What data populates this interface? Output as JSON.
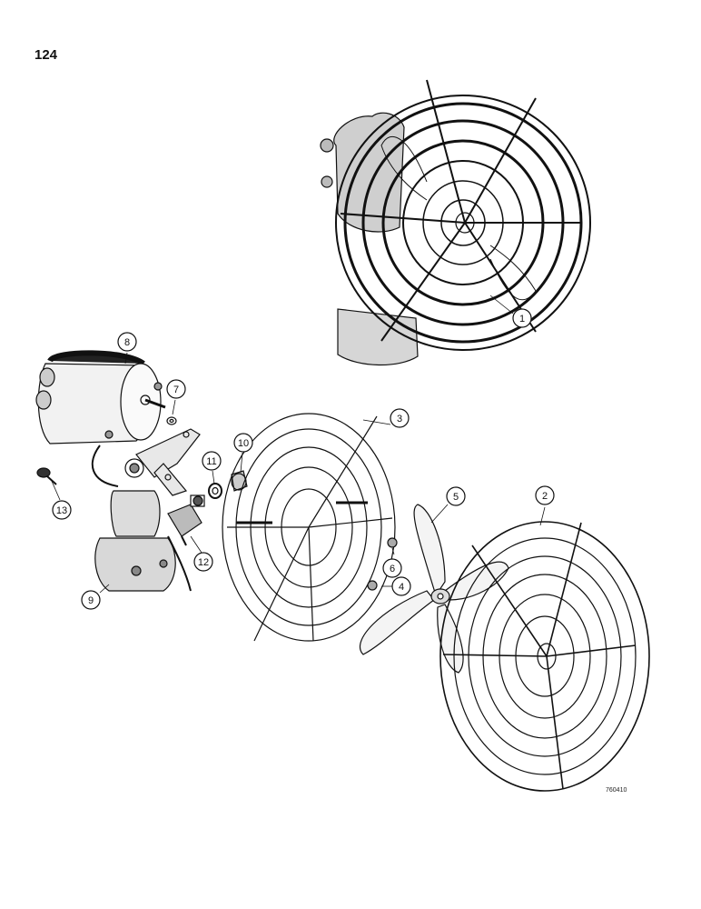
{
  "page": {
    "number": "124",
    "figure_code": "760410"
  },
  "callouts": [
    {
      "id": "1",
      "label": "1"
    },
    {
      "id": "2",
      "label": "2"
    },
    {
      "id": "3",
      "label": "3"
    },
    {
      "id": "4",
      "label": "4"
    },
    {
      "id": "5",
      "label": "5"
    },
    {
      "id": "6",
      "label": "6"
    },
    {
      "id": "7",
      "label": "7"
    },
    {
      "id": "8",
      "label": "8"
    },
    {
      "id": "9",
      "label": "9"
    },
    {
      "id": "10",
      "label": "10"
    },
    {
      "id": "11",
      "label": "11"
    },
    {
      "id": "12",
      "label": "12"
    },
    {
      "id": "13",
      "label": "13"
    }
  ]
}
